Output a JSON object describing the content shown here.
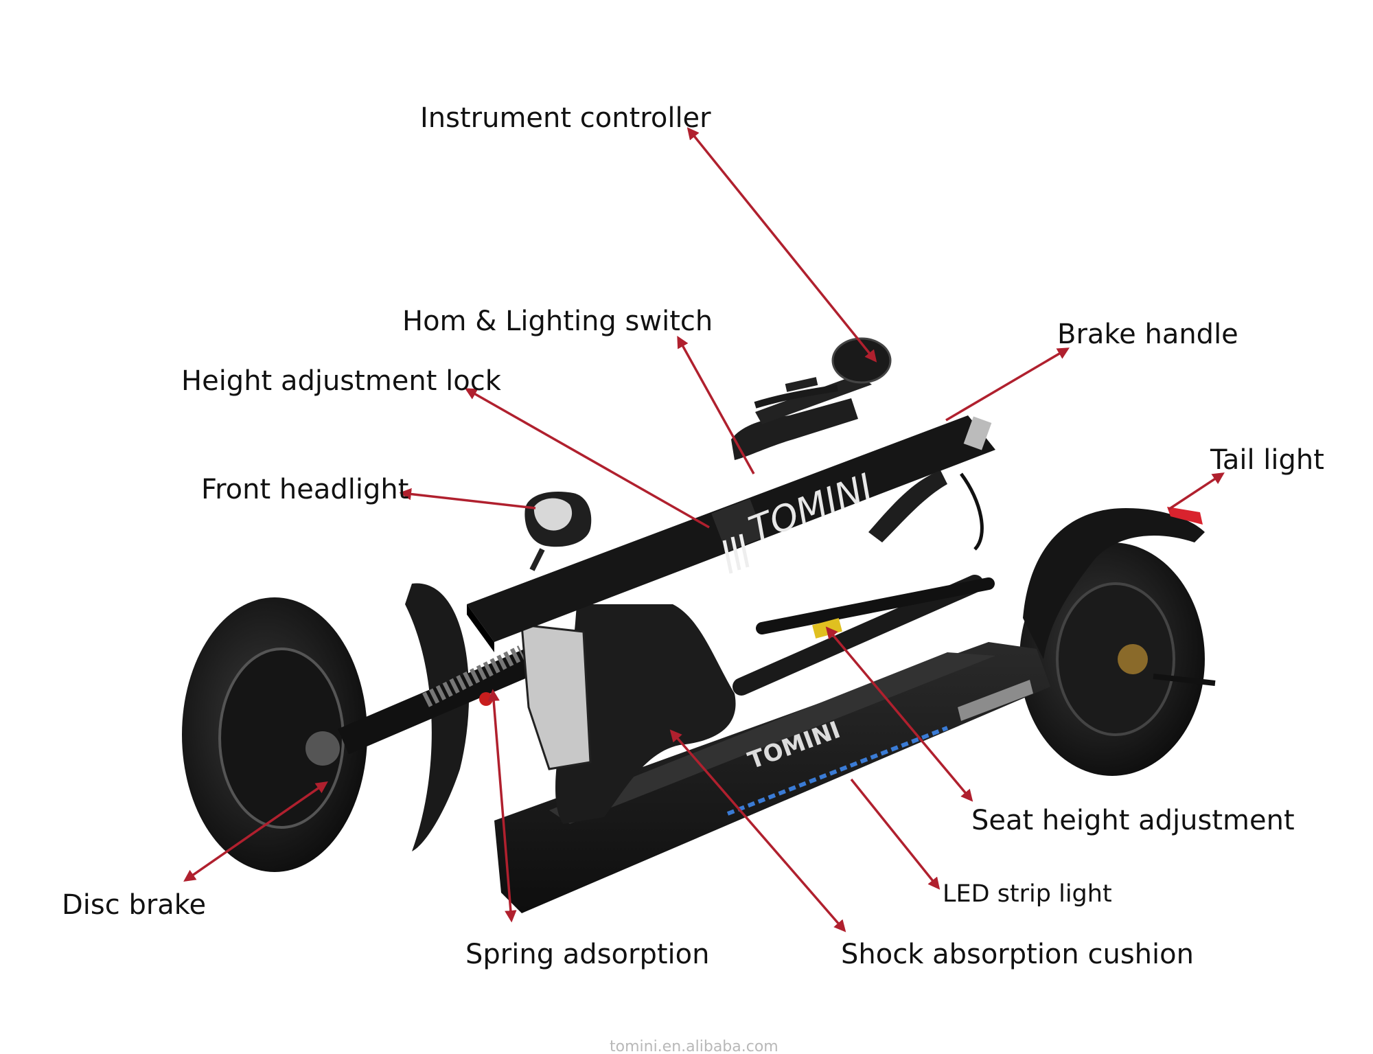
{
  "labels": {
    "instrument_controller": "Instrument controller",
    "horn_lighting_switch": "Hom & Lighting switch",
    "brake_handle": "Brake handle",
    "height_adjustment_lock": "Height adjustment lock",
    "tail_light": "Tail light",
    "front_headlight": "Front headlight",
    "seat_height_adjustment": "Seat height adjustment",
    "disc_brake": "Disc brake",
    "led_strip_light": "LED strip light",
    "spring_adsorption": "Spring adsorption",
    "shock_absorption_cushion": "Shock absorption cushion"
  },
  "brand": {
    "stem_logo": "TOMINI",
    "deck_logo": "TOMINI"
  },
  "watermark": "tomini.en.alibaba.com",
  "colors": {
    "arrow": "#b0202e",
    "scooter_body": "#161616",
    "tail_light": "#d9232e",
    "led_strip": "#3a7bd5"
  }
}
